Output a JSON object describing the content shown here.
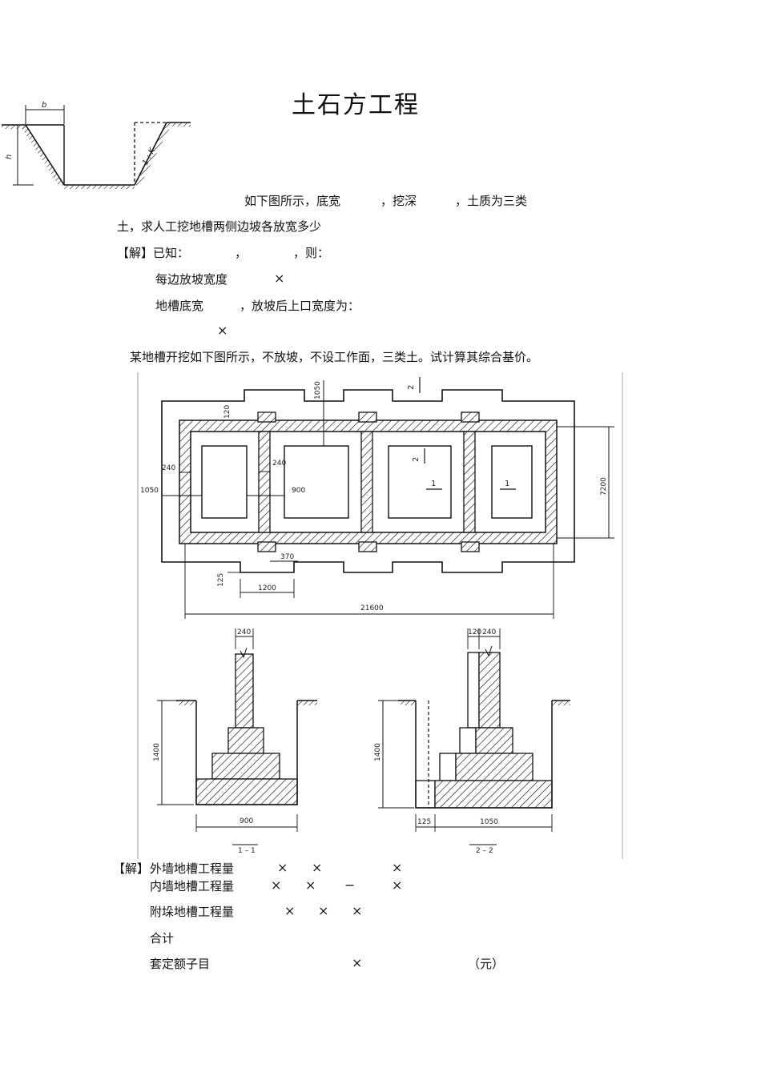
{
  "title": "土石方工程",
  "trench_figure": {
    "label_b": "b",
    "label_h": "h",
    "label_slope": "1 : K"
  },
  "problem1": {
    "line1_part1": "如下图所示，底宽",
    "line1_part2": "，挖深",
    "line1_part3": "，土质为三类",
    "line2": "土，求人工挖地槽两侧边坡各放宽多少"
  },
  "solution1": {
    "prefix": "【解】已知：",
    "comma": "，",
    "then": "，则：",
    "row1_label": "每边放坡宽度",
    "row1_mark": "×",
    "row2_part1": "地槽底宽",
    "row2_part2": "，放坡后上口宽度为：",
    "row3_mark": "×"
  },
  "problem2": {
    "text": "某地槽开挖如下图所示，不放坡，不设工作面，三类土。试计算其综合基价。"
  },
  "plan": {
    "dims": {
      "d1050_top": "1050",
      "d120": "120",
      "d240_left": "240",
      "d240_mid": "240",
      "d900": "900",
      "d1050_left": "1050",
      "d7200": "7200",
      "d370": "370",
      "d125": "125",
      "d1200": "1200",
      "d21600": "21600"
    },
    "section_marks": {
      "s2_top": "2",
      "s2_mid": "2",
      "s1_a": "1",
      "s1_b": "1"
    }
  },
  "section1": {
    "label": "1 – 1",
    "d240": "240",
    "d1400": "1400",
    "d900": "900"
  },
  "section2": {
    "label": "2 – 2",
    "d120": "120",
    "d240": "240",
    "d1400": "1400",
    "d125": "125",
    "d1050": "1050"
  },
  "solution2": {
    "prefix": "【解】",
    "rows": [
      {
        "label": "外墙地槽工程量",
        "marks": [
          "×",
          "×",
          "×"
        ]
      },
      {
        "label": "内墙地槽工程量",
        "marks": [
          "×",
          "×",
          "−",
          "×"
        ]
      },
      {
        "label": "附垛地槽工程量",
        "marks": [
          "×",
          "×",
          "×"
        ]
      },
      {
        "label": "合计",
        "marks": []
      },
      {
        "label": "套定额子目",
        "marks": [
          "×",
          "（元）"
        ]
      }
    ]
  }
}
